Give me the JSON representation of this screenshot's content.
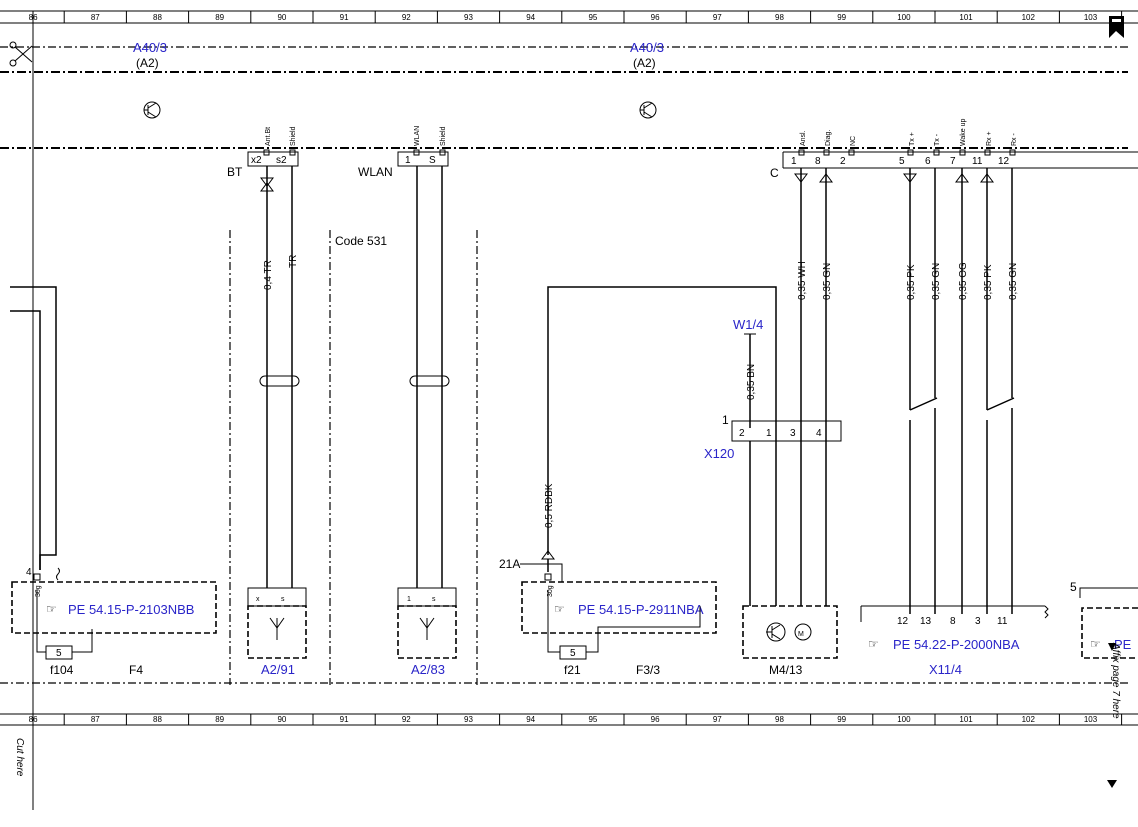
{
  "ruler": [
    "86",
    "87",
    "88",
    "89",
    "90",
    "91",
    "92",
    "93",
    "94",
    "95",
    "96",
    "97",
    "98",
    "99",
    "100",
    "101",
    "102",
    "103"
  ],
  "module": {
    "name_left": "A40/3",
    "sub_left": "(A2)",
    "name_right": "A40/3",
    "sub_right": "(A2)"
  },
  "icons": {
    "scissors": "scissors-icon",
    "transistor": "transistor-icon",
    "pointer": "pointing-hand-icon",
    "bookmark": "bookmark-icon"
  },
  "connectors": {
    "bt": {
      "label": "BT",
      "pins": [
        "x2",
        "s2"
      ],
      "pin_names": [
        "Ant.Bt",
        "Shield"
      ]
    },
    "wlan": {
      "label": "WLAN",
      "pins": [
        "1",
        "S"
      ],
      "pin_names": [
        "WLAN",
        "Shield"
      ]
    },
    "c": {
      "label": "C",
      "pins": [
        "1",
        "8",
        "2",
        "5",
        "6",
        "7",
        "11",
        "12"
      ],
      "pin_names": [
        "Ansl.",
        "Diag.",
        "NC",
        "Tx +",
        "Tx -",
        "Wake up",
        "Rx +",
        "Rx -"
      ]
    }
  },
  "code_label": "Code 531",
  "wires": {
    "bt1": "0,4 TR",
    "bt2": "TR",
    "w1": "0,35 WH",
    "w2": "0,35 GN",
    "w3": "0,35 PK",
    "w4": "0,35 GN",
    "w5": "0,35 OG",
    "w6": "0,35 PK",
    "w7": "0,35 GN",
    "bn": "0,35 BN",
    "rdbk": "0,5 RDBK"
  },
  "w14": "W1/4",
  "x120": {
    "label": "X120",
    "num": "1",
    "pins": [
      "2",
      "1",
      "3",
      "4"
    ]
  },
  "fuse_left": {
    "pin": "4",
    "terminal": "30g",
    "ref": "PE 54.15-P-2103NBB",
    "fuse_num": "5",
    "fuse_label": "f104",
    "block": "F4"
  },
  "fuse_right": {
    "pin": "21A",
    "terminal": "30g",
    "ref": "PE 54.15-P-2911NBA",
    "fuse_num": "5",
    "fuse_label": "f21",
    "block": "F3/3"
  },
  "a291": {
    "label": "A2/91",
    "pins": [
      "x",
      "s"
    ]
  },
  "a283": {
    "label": "A2/83",
    "pins": [
      "1",
      "s"
    ]
  },
  "m413": {
    "label": "M4/13",
    "motor": "M"
  },
  "x114": {
    "label": "X11/4",
    "ref": "PE 54.22-P-2000NBA",
    "pins": [
      "12",
      "13",
      "8",
      "3",
      "11"
    ]
  },
  "right_partial": {
    "num": "5",
    "ref": "PE"
  },
  "side_text": {
    "cut_here": "Cut here",
    "affix": "Affix page 7 here"
  }
}
